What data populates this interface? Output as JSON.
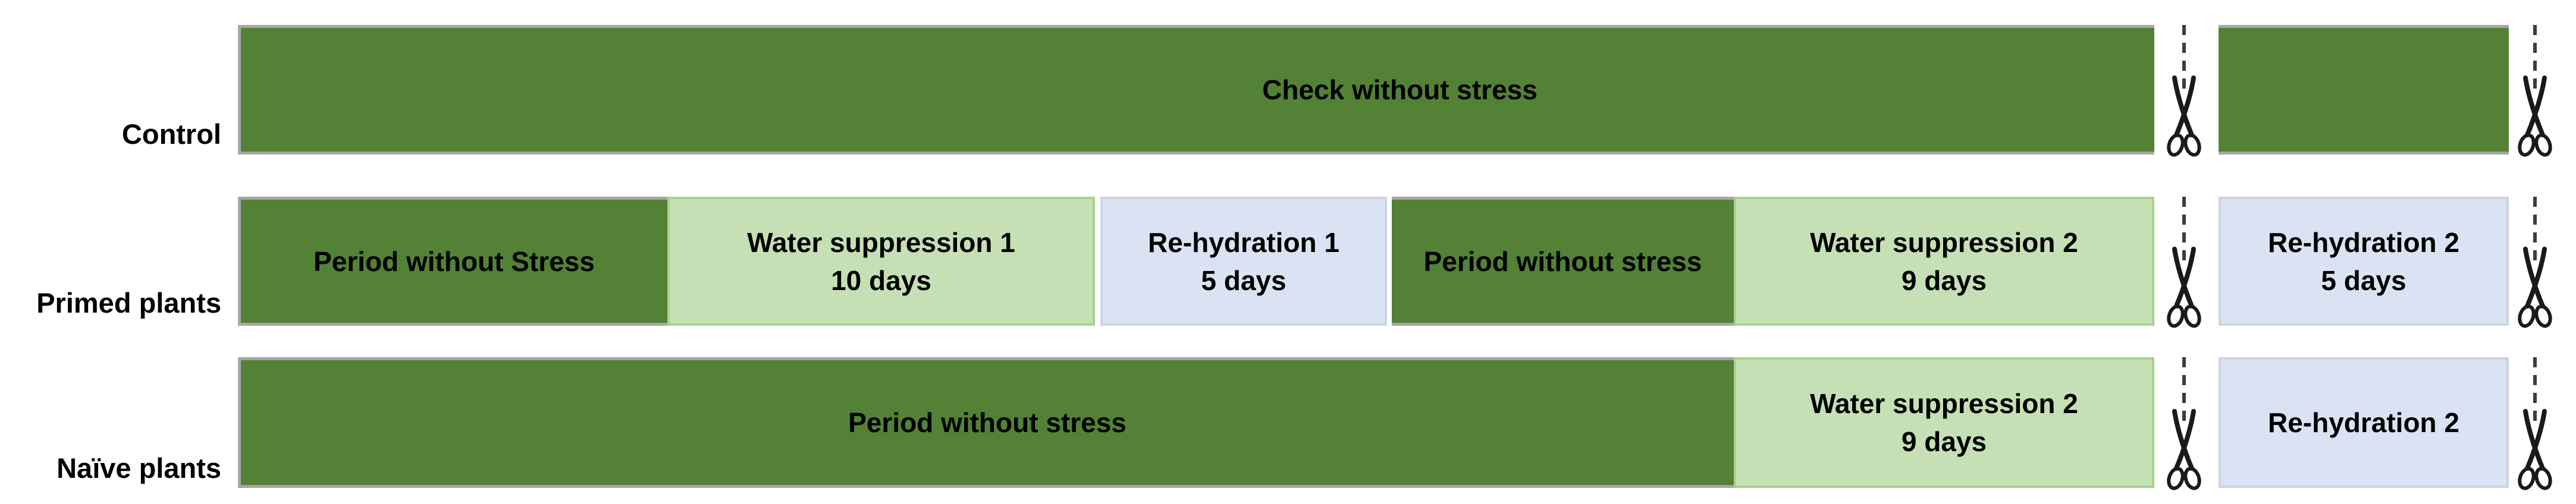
{
  "figure": {
    "description": "Experimental timeline diagram with three plant treatment rows and scissors cut markers",
    "rows": [
      {
        "label": "Control",
        "segments": [
          {
            "kind": "dark-green",
            "text": "Check without stress"
          },
          {
            "kind": "dark-green",
            "text": ""
          }
        ]
      },
      {
        "label": "Primed plants",
        "segments": [
          {
            "kind": "dark-green",
            "text": "Period without Stress"
          },
          {
            "kind": "light-green",
            "line1": "Water suppression 1",
            "line2": "10 days"
          },
          {
            "kind": "light-blue",
            "line1": "Re-hydration 1",
            "line2": "5 days"
          },
          {
            "kind": "dark-green",
            "text": "Period without stress"
          },
          {
            "kind": "light-green",
            "line1": "Water suppression 2",
            "line2": "9 days"
          },
          {
            "kind": "light-blue",
            "line1": "Re-hydration 2",
            "line2": "5 days"
          }
        ]
      },
      {
        "label": "Naïve plants",
        "segments": [
          {
            "kind": "dark-green",
            "text": "Period without stress"
          },
          {
            "kind": "light-green",
            "line1": "Water suppression 2",
            "line2": "9 days"
          },
          {
            "kind": "light-blue",
            "text": "Re-hydration 2"
          }
        ]
      }
    ],
    "cut_markers": {
      "icon": "scissors-with-dashed-cut-line",
      "count_per_row": 2
    },
    "colors": {
      "dark_green_fill": "#538135",
      "dark_green_border": "#a6a6a6",
      "light_green_fill": "#c5e0b4",
      "light_green_border": "#a9d18e",
      "light_blue_fill": "#dae3f3",
      "light_blue_border": "#ccd3e2",
      "dashed_line": "#3d3d3d",
      "scissors": "#1a1a1a",
      "text": "#000000",
      "background": "#ffffff"
    }
  }
}
